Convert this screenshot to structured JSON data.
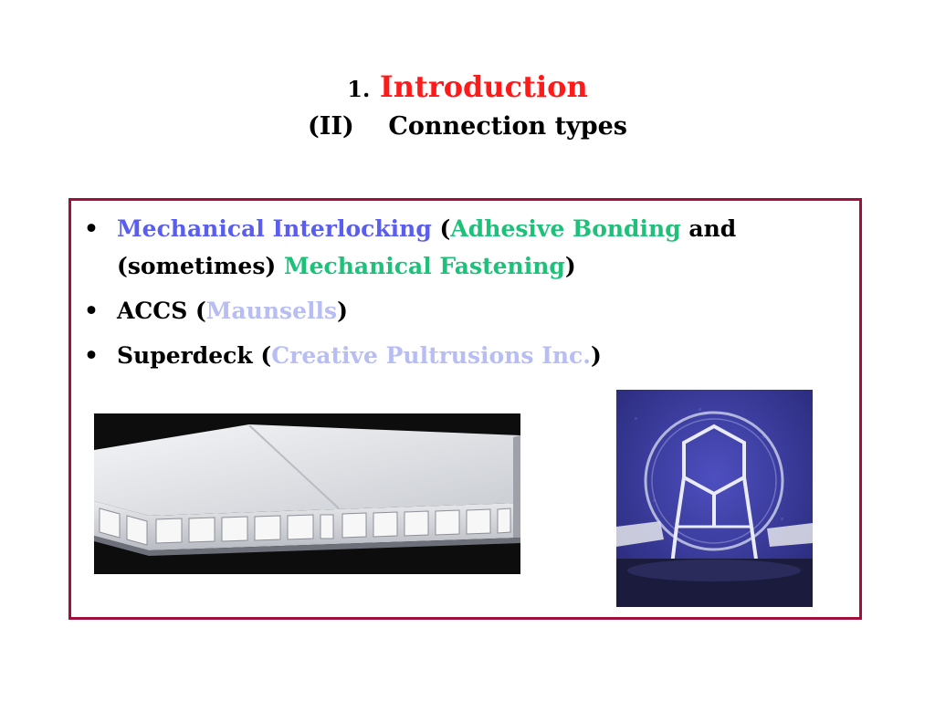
{
  "colors": {
    "title_red": "#ff1a1a",
    "blue_text": "#5a5ef0",
    "green_text": "#1ec17a",
    "light_blue_text": "#b8bdf4",
    "box_border": "#a0103a"
  },
  "title": {
    "number": "1.",
    "heading": "Introduction",
    "sub_roman": "(II)",
    "sub_text": "Connection types"
  },
  "bullets": [
    {
      "parts": [
        {
          "text": "Mechanical Interlocking",
          "color": "blue_text"
        },
        {
          "text": " (",
          "color": "black"
        },
        {
          "text": "Adhesive Bonding",
          "color": "green_text"
        },
        {
          "text": " and (sometimes) ",
          "color": "black"
        },
        {
          "text": "Mechanical Fastening",
          "color": "green_text"
        },
        {
          "text": ")",
          "color": "black"
        }
      ]
    },
    {
      "parts": [
        {
          "text": "ACCS (",
          "color": "black"
        },
        {
          "text": "Maunsells",
          "color": "light_blue_text"
        },
        {
          "text": ")",
          "color": "black"
        }
      ]
    },
    {
      "parts": [
        {
          "text": "Superdeck (",
          "color": "black"
        },
        {
          "text": "Creative Pultrusions Inc.",
          "color": "light_blue_text"
        },
        {
          "text": ")",
          "color": "black"
        }
      ]
    }
  ],
  "bullet_glyph": "•"
}
